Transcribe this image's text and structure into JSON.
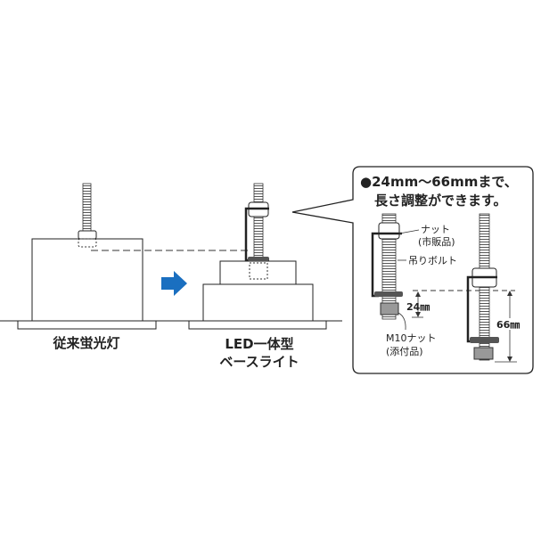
{
  "labels": {
    "conventional": "従来蛍光灯",
    "led_line1": "LED一体型",
    "led_line2": "ベースライト"
  },
  "callout": {
    "title_line1": "●24mm〜66mmまで、",
    "title_line2": "長さ調整ができます。",
    "nut_label": "ナット",
    "nut_note": "(市販品)",
    "bolt_label": "吊りボルト",
    "m10_label": "M10ナット",
    "m10_note": "(添付品)",
    "dim_min": "24㎜",
    "dim_max": "66㎜"
  },
  "colors": {
    "arrow": "#1a6fc0",
    "line": "#222222"
  }
}
